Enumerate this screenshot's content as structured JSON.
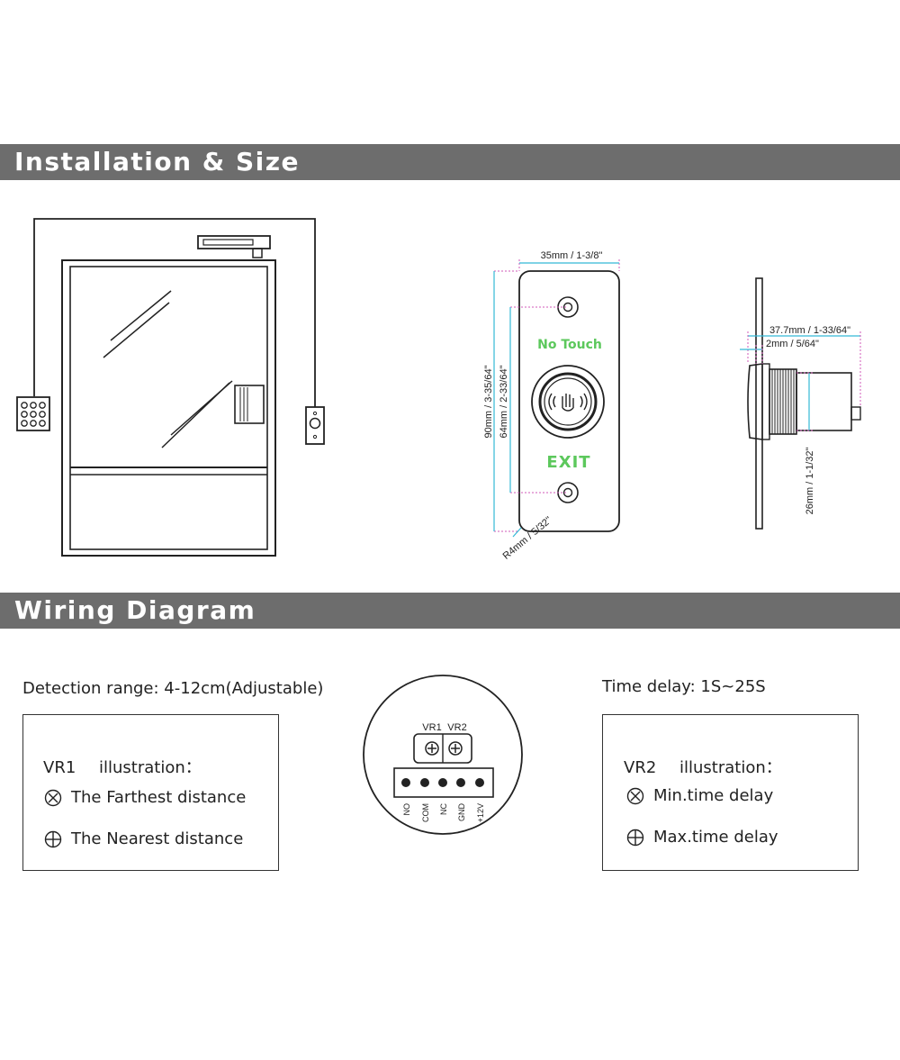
{
  "sections": {
    "installation_title": "Installation & Size",
    "wiring_title": "Wiring Diagram"
  },
  "dimensions": {
    "front_width": "35mm / 1-3/8\"",
    "front_height": "90mm / 3-35/64\"",
    "hole_spacing": "64mm / 2-33/64\"",
    "corner_radius": "R4mm / 5/32\"",
    "side_depth": "37.7mm / 1-33/64\"",
    "plate_thickness": "2mm / 5/64\"",
    "body_diameter": "26mm / 1-1/32\""
  },
  "panel_text": {
    "top": "No Touch",
    "bottom": "EXIT",
    "color": "#5cc85c"
  },
  "wiring": {
    "detection_range": "Detection range: 4-12cm(Adjustable)",
    "time_delay": "Time delay: 1S~25S",
    "vr1_label": "VR1",
    "vr2_label": "VR2",
    "terminals": [
      "NO",
      "COM",
      "NC",
      "GND",
      "+12V"
    ],
    "vr1_box": {
      "title_name": "VR1",
      "title_suffix": "illustration：",
      "row1": "The Farthest distance",
      "row2": "The Nearest distance"
    },
    "vr2_box": {
      "title_name": "VR2",
      "title_suffix": "illustration：",
      "row1": "Min.time delay",
      "row2": "Max.time delay"
    }
  }
}
